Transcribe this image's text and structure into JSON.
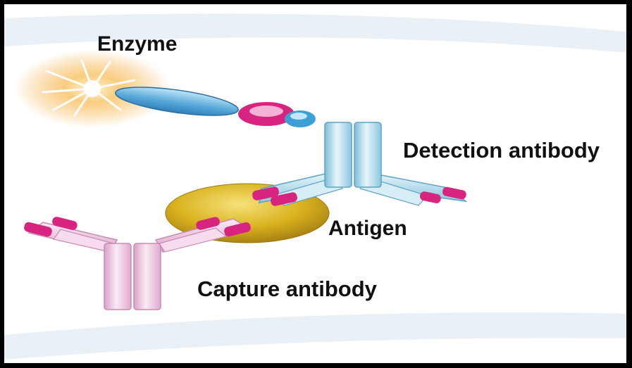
{
  "labels": {
    "enzyme": "Enzyme",
    "detection_antibody": "Detection antibody",
    "antigen": "Antigen",
    "capture_antibody": "Capture antibody"
  },
  "colors": {
    "detection_antibody": "#bfe3ef",
    "capture_antibody": "#f2cfe6",
    "antibody_tips": "#d6247f",
    "antigen": "#d9b21f",
    "enzyme_body": "#5aa9db",
    "enzyme_glow": "#f5b04a",
    "background_band": "#e4edf4",
    "border": "#000000"
  }
}
